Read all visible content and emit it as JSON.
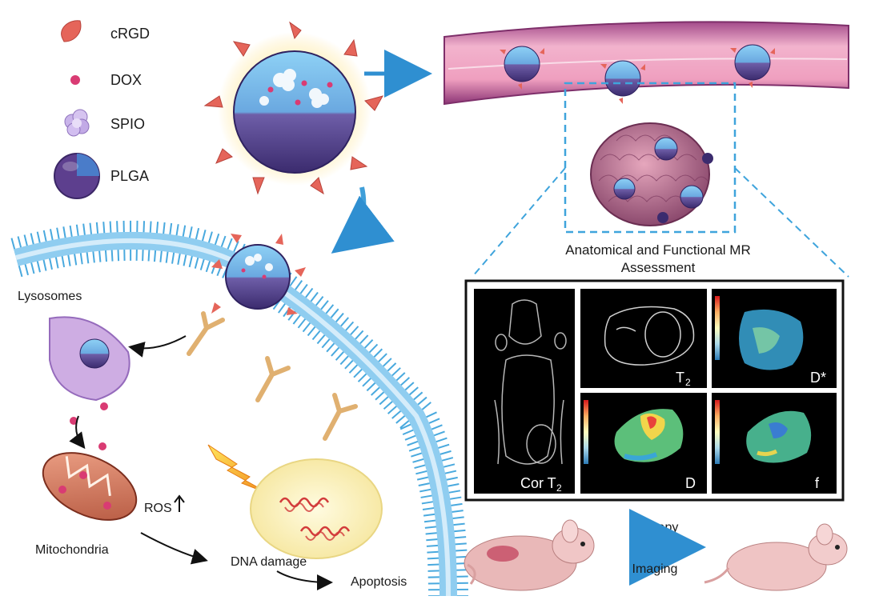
{
  "legend": {
    "items": [
      {
        "label": "cRGD",
        "icon": "leaf-ligand-icon",
        "color": "#e5655a"
      },
      {
        "label": "DOX",
        "icon": "drug-dot-icon",
        "color": "#d93b73"
      },
      {
        "label": "SPIO",
        "icon": "spio-cluster-icon",
        "color": "#b79adb"
      },
      {
        "label": "PLGA",
        "icon": "plga-sphere-icon",
        "color": "#4f6fb5"
      }
    ]
  },
  "cell": {
    "lysosomes": "Lysosomes",
    "mitochondria": "Mitochondria",
    "ros": "ROS",
    "dna_damage": "DNA damage",
    "apoptosis": "Apoptosis"
  },
  "mr": {
    "caption_line1": "Anatomical and Functional MR",
    "caption_line2": "Assessment",
    "panels": [
      {
        "label": "Cor T",
        "sub": "2"
      },
      {
        "label": "T",
        "sub": "2"
      },
      {
        "label": "D*",
        "sub": ""
      },
      {
        "label": "D",
        "sub": ""
      },
      {
        "label": "f",
        "sub": ""
      }
    ]
  },
  "mouse_arrow": {
    "top_label": "Therapy",
    "bottom_label": "Imaging"
  },
  "colors": {
    "membrane": "#49a9de",
    "vessel": "#d98ab0",
    "ligand": "#e5655a",
    "drug": "#d93b73",
    "flow_arrow": "#3f9fd9"
  }
}
